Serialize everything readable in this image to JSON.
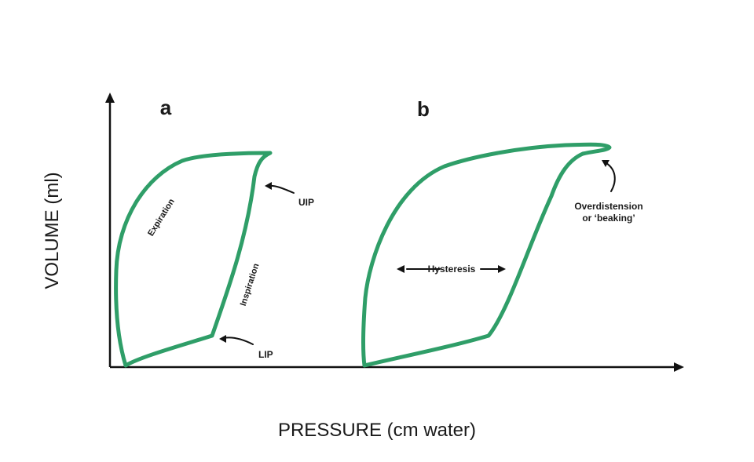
{
  "axes": {
    "y_title": "VOLUME (ml)",
    "x_title": "PRESSURE (cm water)"
  },
  "panel_a": {
    "letter": "a",
    "expiration_label": "Expiration",
    "inspiration_label": "Inspiration",
    "uip_label": "UIP",
    "lip_label": "LIP"
  },
  "panel_b": {
    "letter": "b",
    "hysteresis_label": "Hysteresis",
    "overdistension_line1": "Overdistension",
    "overdistension_line2": "or ‘beaking’"
  },
  "colors": {
    "curve": "#2f9e68",
    "axis": "#111111"
  }
}
